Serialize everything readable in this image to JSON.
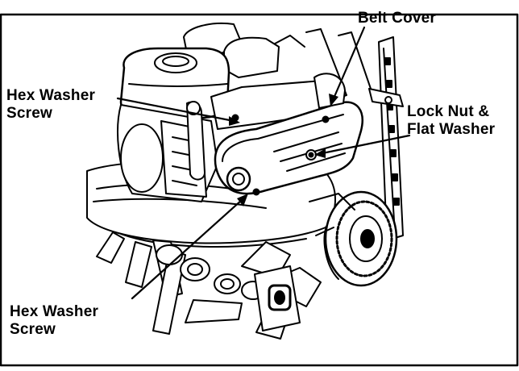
{
  "top_text": "",
  "callouts": {
    "belt_cover": "Belt Cover",
    "lock_nut_line1": "Lock Nut &",
    "lock_nut_line2": "Flat Washer",
    "hex_top_line1": "Hex Washer",
    "hex_top_line2": "Screw",
    "hex_bottom_line1": "Hex Washer",
    "hex_bottom_line2": "Screw"
  },
  "colors": {
    "ink": "#000000",
    "paper": "#ffffff"
  }
}
